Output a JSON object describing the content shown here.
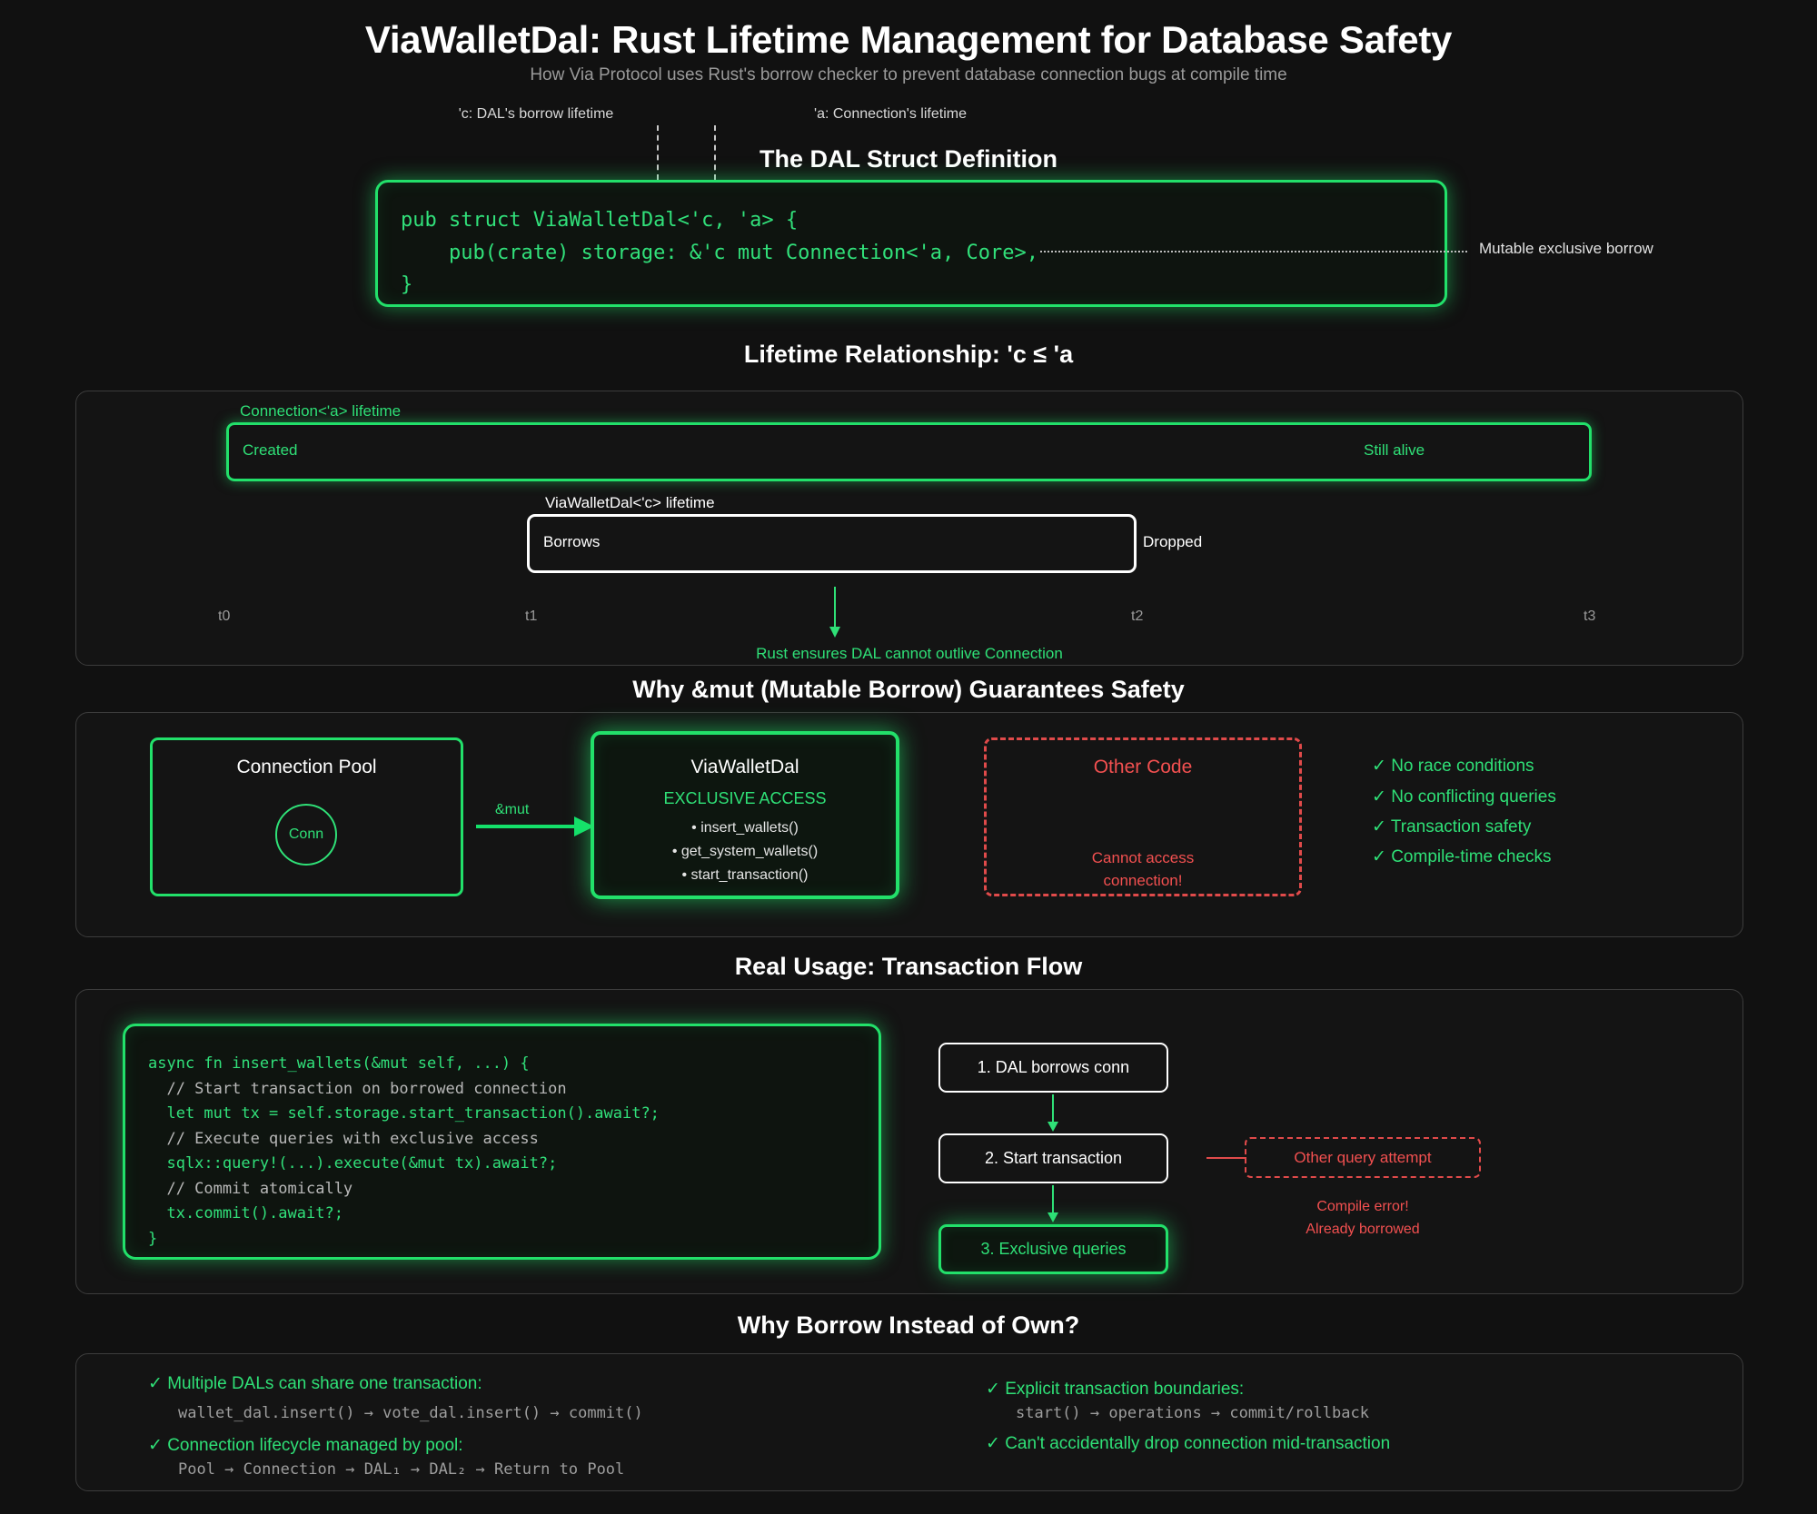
{
  "header": {
    "title": "ViaWalletDal: Rust Lifetime Management for Database Safety",
    "subtitle": "How Via Protocol uses Rust's borrow checker to prevent database connection bugs at compile time"
  },
  "callouts": {
    "c_lifetime": "'c: DAL's borrow lifetime",
    "a_lifetime": "'a: Connection's lifetime",
    "mutable_exclusive": "Mutable exclusive borrow"
  },
  "sections": {
    "struct_def": "The DAL Struct Definition",
    "lifetime_rel": "Lifetime Relationship: 'c ≤ 'a",
    "why_mut": "Why &mut (Mutable Borrow) Guarantees Safety",
    "real_usage": "Real Usage: Transaction Flow",
    "why_borrow": "Why Borrow Instead of Own?"
  },
  "struct_code": "pub struct ViaWalletDal<'c, 'a> {\n    pub(crate) storage: &'c mut Connection<'a, Core>,\n}",
  "lifetime": {
    "connection_label": "Connection<'a> lifetime",
    "connection_start": "Created",
    "connection_end": "Still alive",
    "dal_label": "ViaWalletDal<'c> lifetime",
    "dal_start": "Borrows",
    "dal_end": "Dropped",
    "ticks": [
      "t0",
      "t1",
      "t2",
      "t3"
    ],
    "note": "Rust ensures DAL cannot outlive Connection"
  },
  "mut_section": {
    "pool_title": "Connection Pool",
    "pool_node": "Conn",
    "arrow_label": "&mut",
    "dal_title": "ViaWalletDal",
    "dal_subtitle": "EXCLUSIVE ACCESS",
    "dal_methods": [
      "• insert_wallets()",
      "• get_system_wallets()",
      "• start_transaction()"
    ],
    "other_title": "Other Code",
    "other_msg_line1": "Cannot access",
    "other_msg_line2": "connection!",
    "checks": [
      "✓ No race conditions",
      "✓ No conflicting queries",
      "✓ Transaction safety",
      "✓ Compile-time checks"
    ]
  },
  "usage": {
    "code_line_1": "async fn insert_wallets(&mut self, ...) {",
    "code_comment_1": "  // Start transaction on borrowed connection",
    "code_line_2": "  let mut tx = self.storage.start_transaction().await?;",
    "code_comment_2": "  // Execute queries with exclusive access",
    "code_line_3": "  sqlx::query!(...).execute(&mut tx).await?;",
    "code_comment_3": "  // Commit atomically",
    "code_line_4": "  tx.commit().await?;",
    "code_line_5": "}",
    "flow": [
      "1. DAL borrows conn",
      "2. Start transaction",
      "3. Exclusive queries"
    ],
    "other_query": "Other query attempt",
    "error_line1": "Compile error!",
    "error_line2": "Already borrowed"
  },
  "borrow_reasons": {
    "left": [
      {
        "title": "✓ Multiple DALs can share one transaction:",
        "code": "wallet_dal.insert() → vote_dal.insert() → commit()"
      },
      {
        "title": "✓ Connection lifecycle managed by pool:",
        "code": "Pool → Connection → DAL₁ → DAL₂ → Return to Pool"
      }
    ],
    "right": [
      {
        "title": "✓ Explicit transaction boundaries:",
        "code": "start() → operations → commit/rollback"
      },
      {
        "title": "✓ Can't accidentally drop connection mid-transaction",
        "code": ""
      }
    ]
  },
  "colors": {
    "background": "#111111",
    "accent_green": "#22e06a",
    "text_green": "#2fe077",
    "error_red": "#f25050",
    "muted": "#9a9a9a"
  }
}
